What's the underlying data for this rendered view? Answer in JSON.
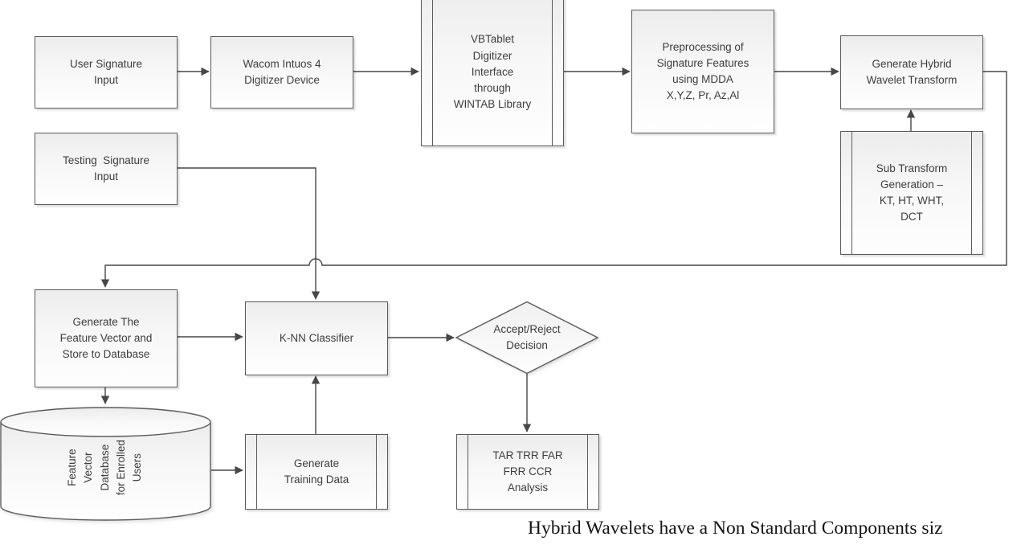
{
  "diagram": {
    "title_caption": "Hybrid Wavelets have a Non Standard Components siz",
    "colors": {
      "box_border": "#5a5a5a",
      "connector": "#474747",
      "fill_top": "#ececec",
      "fill_bottom": "#fefefe",
      "text": "#3d3d3d"
    },
    "nodes": {
      "user_signature": {
        "type": "process",
        "label": "User Signature\nInput"
      },
      "wacom": {
        "type": "process",
        "label": "Wacom Intuos 4\nDigitizer Device"
      },
      "vbtablet": {
        "type": "predefined-process",
        "label": "VBTablet\nDigitizer\nInterface\nthrough\nWINTAB Library"
      },
      "preprocessing": {
        "type": "process",
        "label": "Preprocessing of\nSignature Features\nusing MDDA\nX,Y,Z, Pr, Az,Al"
      },
      "generate_hybrid": {
        "type": "process",
        "label": "Generate Hybrid\nWavelet Transform"
      },
      "sub_transform": {
        "type": "predefined-process",
        "label": "Sub Transform\nGeneration –\nKT, HT, WHT,\nDCT"
      },
      "testing_signature": {
        "type": "process",
        "label": "Testing  Signature\nInput"
      },
      "feature_vector": {
        "type": "process",
        "label": "Generate The\nFeature Vector and\nStore to Database"
      },
      "knn": {
        "type": "process",
        "label": "K-NN Classifier"
      },
      "decision": {
        "type": "decision-diamond",
        "label": "Accept/Reject\nDecision"
      },
      "database": {
        "type": "database-cylinder",
        "label": "Feature\nVector\nDatabase\nfor Enrolled\nUsers"
      },
      "training": {
        "type": "predefined-process",
        "label": "Generate\nTraining Data"
      },
      "analysis": {
        "type": "predefined-process",
        "label": "TAR TRR FAR\nFRR CCR\nAnalysis"
      }
    },
    "edges": [
      "user_signature -> wacom",
      "wacom -> vbtablet",
      "vbtablet -> preprocessing",
      "preprocessing -> generate_hybrid",
      "sub_transform -> generate_hybrid",
      "generate_hybrid -> feature_vector",
      "testing_signature -> knn",
      "feature_vector -> knn",
      "feature_vector -> database",
      "database -> training",
      "training -> knn",
      "knn -> decision",
      "decision -> analysis"
    ]
  }
}
